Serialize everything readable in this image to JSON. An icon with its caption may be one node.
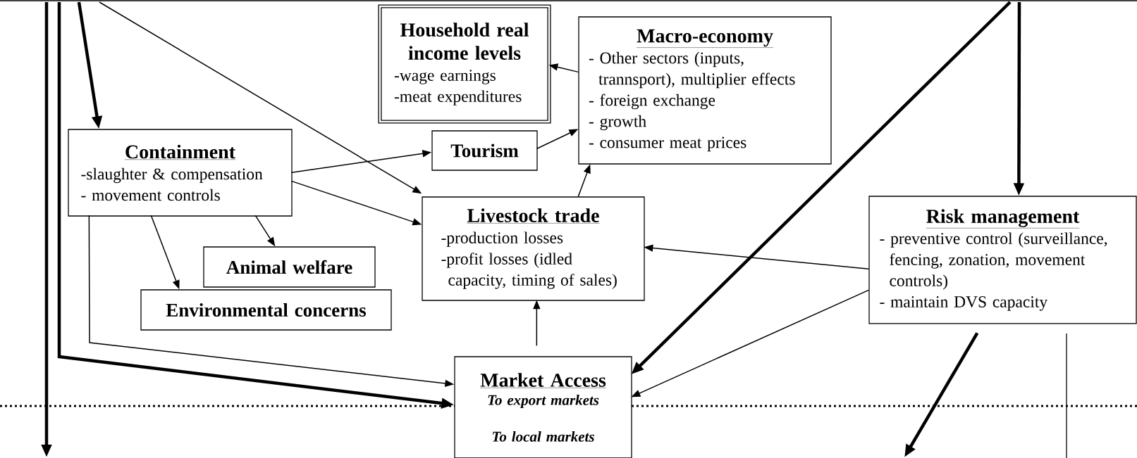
{
  "diagram": {
    "nodes": [
      {
        "text": [
          "Household real income levels",
          "-wage earnings",
          "-meat expenditures"
        ]
      },
      {
        "text": [
          "Macro-economy",
          "- Other sectors (inputs, trannsport), multiplier effects",
          "- foreign exchange",
          "- growth",
          "- consumer meat prices"
        ]
      },
      {
        "text": [
          "Containment",
          "-slaughter & compensation",
          "- movement controls"
        ]
      },
      {
        "text": [
          "Tourism"
        ]
      },
      {
        "text": [
          "Livestock trade",
          "-production losses",
          "-profit losses (idled capacity, timing of sales)"
        ]
      },
      {
        "text": [
          "Risk management",
          "- preventive control (surveillance, fencing, zonation, movement controls)",
          "- maintain DVS capacity"
        ]
      },
      {
        "text": [
          "Animal welfare"
        ]
      },
      {
        "text": [
          "Environmental concerns"
        ]
      },
      {
        "text": [
          "Market Access",
          "To export markets",
          "To local markets"
        ]
      }
    ],
    "edges": [
      {
        "from": 1,
        "to": 0,
        "arrow": "to"
      },
      {
        "from": 3,
        "to": 1,
        "arrow": "to"
      },
      {
        "from": 4,
        "to": 1,
        "arrow": "to"
      },
      {
        "from": 2,
        "to": 3,
        "arrow": "to"
      },
      {
        "from": 2,
        "to": 4,
        "arrow": "to"
      },
      {
        "from": null,
        "to": 4,
        "arrow": "to"
      },
      {
        "from": null,
        "to": 2,
        "arrow": "to",
        "style": "thick"
      },
      {
        "from": 2,
        "to": 6,
        "arrow": "to"
      },
      {
        "from": 2,
        "to": 7,
        "arrow": "to"
      },
      {
        "from": 2,
        "to": 8,
        "arrow": "to"
      },
      {
        "from": null,
        "to": 8,
        "arrow": "to",
        "style": "thick"
      },
      {
        "from": 8,
        "to": 4,
        "arrow": "to"
      },
      {
        "from": 5,
        "to": 4,
        "arrow": "to"
      },
      {
        "from": 5,
        "to": 8,
        "arrow": "to"
      },
      {
        "from": null,
        "to": 8,
        "arrow": "to",
        "style": "thick"
      },
      {
        "from": null,
        "to": 5,
        "arrow": "to",
        "style": "thick"
      },
      {
        "from": 5,
        "to": null,
        "arrow": "to",
        "style": "thick"
      }
    ]
  }
}
